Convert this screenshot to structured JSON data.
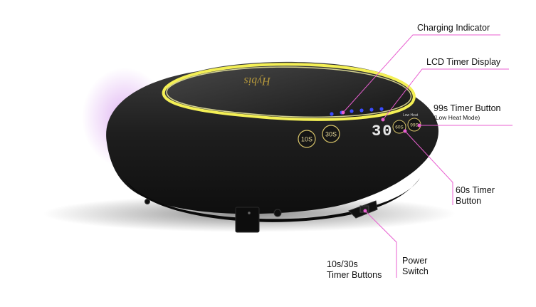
{
  "device": {
    "brand_mark": "Hybis",
    "lcd_readout": "30",
    "low_heat_caption": "Low Heat",
    "buttons": [
      "10S",
      "30S",
      "60S",
      "99S"
    ]
  },
  "callouts": [
    {
      "id": "charging",
      "text": "Charging Indicator"
    },
    {
      "id": "lcd",
      "text": "LCD Timer Display"
    },
    {
      "id": "b99",
      "text": "99s Timer Button",
      "sub": "(Low Heat Mode)"
    },
    {
      "id": "b60",
      "line1": "60s Timer",
      "line2": "Button"
    },
    {
      "id": "b1030",
      "line1": "10s/30s",
      "line2": "Timer Buttons"
    },
    {
      "id": "power",
      "line1": "Power",
      "line2": "Switch"
    }
  ],
  "colors": {
    "callout_line": "#e85fd0",
    "ring_glow": "#f4f055",
    "led_blue": "#3a4cff",
    "body": "#202020",
    "button_ring": "#d8c46a"
  }
}
